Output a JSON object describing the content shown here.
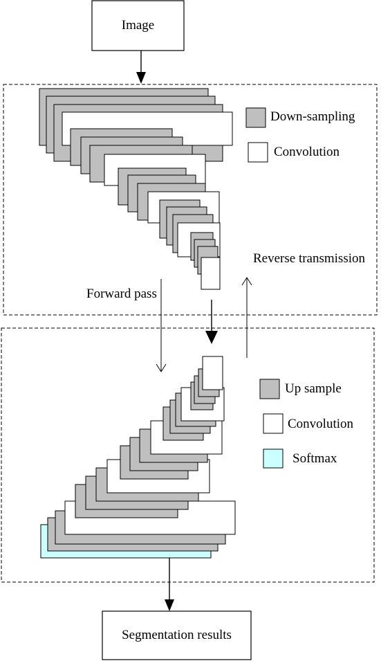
{
  "input_label": "Image",
  "output_label": "Segmentation results",
  "encoder": {
    "legend": [
      {
        "label": "Down-sampling",
        "color": "#bfbfbf"
      },
      {
        "label": "Convolution",
        "color": "#ffffff"
      }
    ]
  },
  "decoder": {
    "legend": [
      {
        "label": "Up sample",
        "color": "#bfbfbf"
      },
      {
        "label": "Convolution",
        "color": "#ffffff"
      },
      {
        "label": "Softmax",
        "color": "#ccffff"
      }
    ]
  },
  "forward_label": "Forward pass",
  "reverse_label": "Reverse transmission"
}
